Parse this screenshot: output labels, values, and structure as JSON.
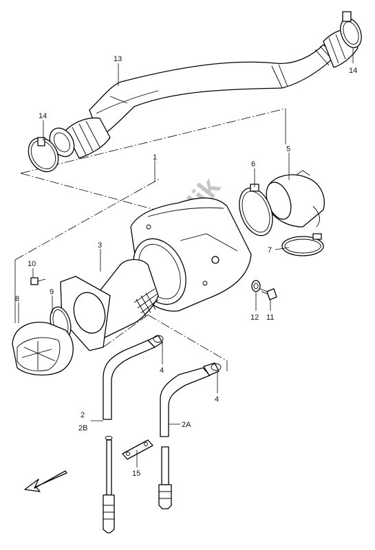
{
  "watermark": "PartsRepublik",
  "callouts": [
    {
      "id": "c1",
      "text": "1"
    },
    {
      "id": "c2",
      "text": "2"
    },
    {
      "id": "c2b",
      "text": "2B"
    },
    {
      "id": "c2a",
      "text": "2A"
    },
    {
      "id": "c3",
      "text": "3"
    },
    {
      "id": "c4a",
      "text": "4"
    },
    {
      "id": "c4b",
      "text": "4"
    },
    {
      "id": "c5",
      "text": "5"
    },
    {
      "id": "c6",
      "text": "6"
    },
    {
      "id": "c7",
      "text": "7"
    },
    {
      "id": "c8",
      "text": "8"
    },
    {
      "id": "c9",
      "text": "9"
    },
    {
      "id": "c10",
      "text": "10"
    },
    {
      "id": "c11",
      "text": "11"
    },
    {
      "id": "c12",
      "text": "12"
    },
    {
      "id": "c13",
      "text": "13"
    },
    {
      "id": "c14a",
      "text": "14"
    },
    {
      "id": "c14b",
      "text": "14"
    },
    {
      "id": "c15",
      "text": "15"
    }
  ]
}
